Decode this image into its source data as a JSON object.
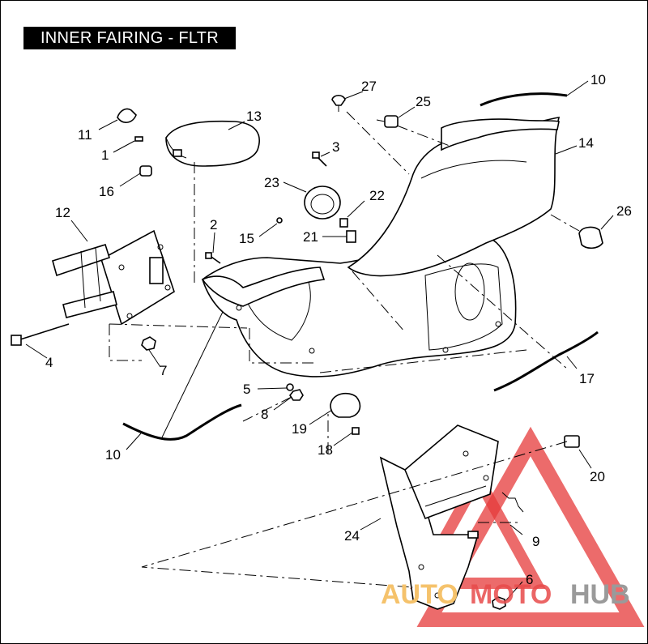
{
  "title": "INNER FAIRING - FLTR",
  "watermark": {
    "part1": "AUTO",
    "part2": "MOTO",
    "part3": "HUB",
    "color_auto": "#f5c26b",
    "color_moto": "#e84a4a",
    "color_hub": "#9a9a9a",
    "triangle_color": "#e63a3a"
  },
  "callouts": {
    "c1": "1",
    "c2": "2",
    "c3": "3",
    "c4": "4",
    "c5": "5",
    "c6": "6",
    "c7": "7",
    "c8": "8",
    "c9": "9",
    "c10a": "10",
    "c10b": "10",
    "c11": "11",
    "c12": "12",
    "c13": "13",
    "c14": "14",
    "c15": "15",
    "c16": "16",
    "c17": "17",
    "c18": "18",
    "c19": "19",
    "c20": "20",
    "c21": "21",
    "c22": "22",
    "c23": "23",
    "c24": "24",
    "c25": "25",
    "c26": "26",
    "c27": "27"
  }
}
